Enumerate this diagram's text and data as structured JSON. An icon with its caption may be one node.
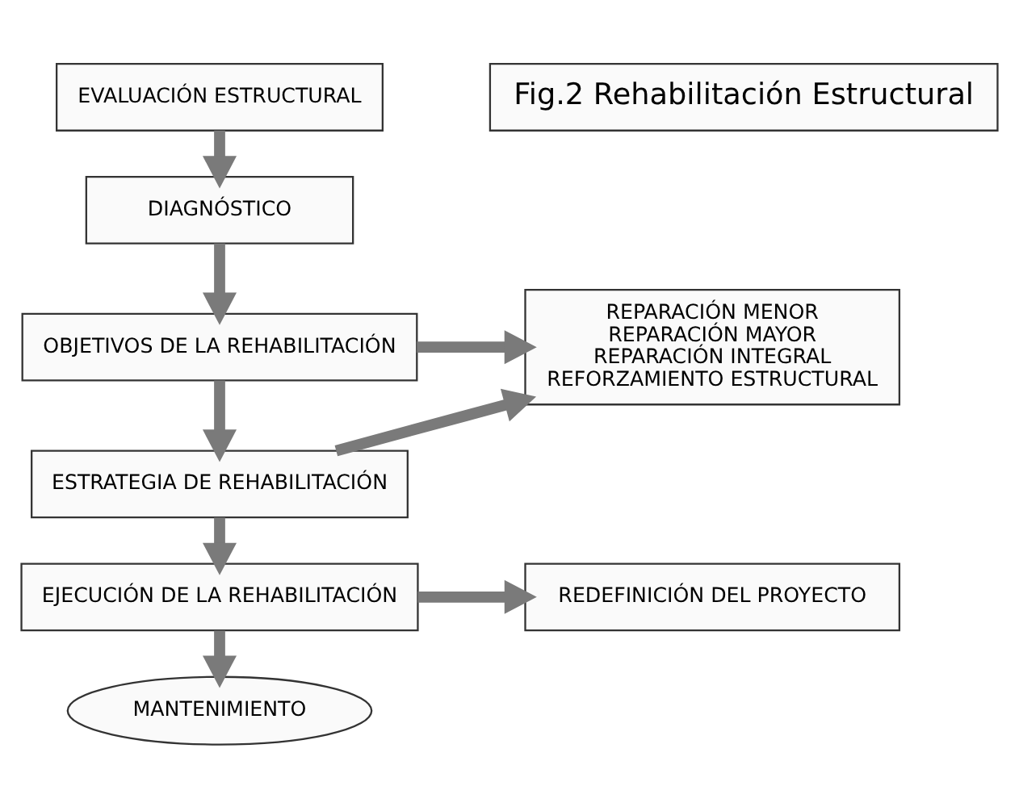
{
  "diagram": {
    "nodes": [
      {
        "text": [
          "EVALUACIÓN ESTRUCTURAL"
        ]
      },
      {
        "text": [
          "DIAGNÓSTICO"
        ]
      },
      {
        "text": [
          "OBJETIVOS DE LA REHABILITACIÓN"
        ]
      },
      {
        "text": [
          "ESTRATEGIA DE REHABILITACIÓN"
        ]
      },
      {
        "text": [
          "EJECUCIÓN DE LA REHABILITACIÓN"
        ]
      },
      {
        "text": [
          "MANTENIMIENTO"
        ]
      },
      {
        "text": [
          "Fig.2 Rehabilitación Estructural"
        ]
      },
      {
        "text": [
          "REPARACIÓN MENOR",
          "REPARACIÓN MAYOR",
          "REPARACIÓN INTEGRAL",
          "REFORZAMIENTO ESTRUCTURAL"
        ]
      },
      {
        "text": [
          "REDEFINICIÓN DEL PROYECTO"
        ]
      }
    ],
    "edges": [
      {
        "from": 0,
        "to": 1,
        "arrow": "to"
      },
      {
        "from": 1,
        "to": 2,
        "arrow": "to"
      },
      {
        "from": 2,
        "to": 3,
        "arrow": "to"
      },
      {
        "from": 3,
        "to": 4,
        "arrow": "to"
      },
      {
        "from": 4,
        "to": 5,
        "arrow": "to"
      },
      {
        "from": 2,
        "to": 7,
        "arrow": "to"
      },
      {
        "from": 3,
        "to": 7,
        "arrow": "to"
      },
      {
        "from": 4,
        "to": 8,
        "arrow": "to"
      }
    ]
  }
}
